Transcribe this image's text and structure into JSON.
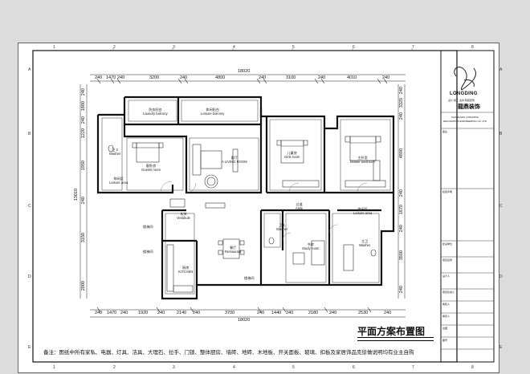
{
  "dims": {
    "top_total": "18020",
    "top_segments": [
      "240",
      "1470",
      "240",
      "3200",
      "240",
      "4800",
      "240",
      "3100",
      "240",
      "4010",
      "240"
    ],
    "bottom_total": "18020",
    "bottom_segments": [
      "240",
      "1470",
      "240",
      "1920",
      "240",
      "2140",
      "240",
      "3700",
      "240",
      "1440",
      "240",
      "2180",
      "240",
      "2530",
      "240"
    ],
    "left_total": "13010",
    "left_segments": [
      "240",
      "1880",
      "240",
      "1220",
      "1950",
      "240",
      "3150",
      "2000"
    ],
    "right_segments": [
      "240",
      "3320",
      "240",
      "4890",
      "240",
      "1670",
      "240",
      "3500",
      "240"
    ]
  },
  "grid": {
    "top": [
      "1",
      "2",
      "3",
      "4",
      "5",
      "6",
      "7",
      "8"
    ],
    "bottom": [
      "1",
      "2",
      "3",
      "4",
      "5",
      "6",
      "7",
      "8"
    ],
    "left": [
      "A",
      "B",
      "C",
      "D",
      "E"
    ],
    "right": [
      "A",
      "B",
      "C",
      "D",
      "E"
    ]
  },
  "rooms": {
    "laundry": {
      "cn": "洗衣阳台",
      "en": "Laundry balcony"
    },
    "leisure_balcony": {
      "cn": "休闲阳台",
      "en": "Leisure balcony"
    },
    "wc2": {
      "cn": "卫 2",
      "en": "Washer"
    },
    "guest": {
      "cn": "客卧房",
      "en": "Guests room"
    },
    "living": {
      "cn": "客厅",
      "en": "A LIVING ROOM"
    },
    "leisure_left": {
      "cn": "休闲区",
      "en": "Leisure area"
    },
    "kids": {
      "cn": "儿童房",
      "en": "Girls room"
    },
    "master": {
      "cn": "主卧室",
      "en": "Master Bedroom"
    },
    "vestibule": {
      "cn": "玄关",
      "en": "Vestibule"
    },
    "aisle": {
      "cn": "过道",
      "en": "Aisle"
    },
    "leisure_right": {
      "cn": "休闲区",
      "en": "Leisure area"
    },
    "restaurant": {
      "cn": "餐厅",
      "en": "Restaurant"
    },
    "kitchen": {
      "cn": "厨房",
      "en": "KITCHEN"
    },
    "study": {
      "cn": "书房",
      "en": "Study room"
    },
    "wc1": {
      "cn": "卫 1",
      "en": "Washer"
    },
    "master_wc": {
      "cn": "主卫",
      "en": "Washer"
    },
    "stair1": "楼梯间",
    "stair2": "楼梯间",
    "stair3": "楼梯间"
  },
  "title_block": {
    "company_cn": "龍鼎装饰",
    "company_en": "LONGDING",
    "slogan": "设计·施工·主材·软装配饰",
    "company_full_en_1": "CHANGSHU LONGDING",
    "company_full_en_2": "DECORATION ENGINEERING CO.,LTD",
    "label_notes": "备注",
    "label_declare": "权责声明",
    "label_unit": "建设单位",
    "label_project": "项目名称",
    "label_designer": "设计人",
    "label_project_lead": "项目负责人",
    "label_review": "审核人",
    "label_approve": "审定人",
    "label_drawing": "出图",
    "label_sheet": "图号"
  },
  "plan_title": "平面方案布置图",
  "note": "备注：图纸中所有家私、电器、灯具、洁具、大理石、拉手、门锁、整体厨房、墙砖、地砖、木地板、开关面板、玻璃、扣板及家居饰品克徐做说明均有业主自购"
}
